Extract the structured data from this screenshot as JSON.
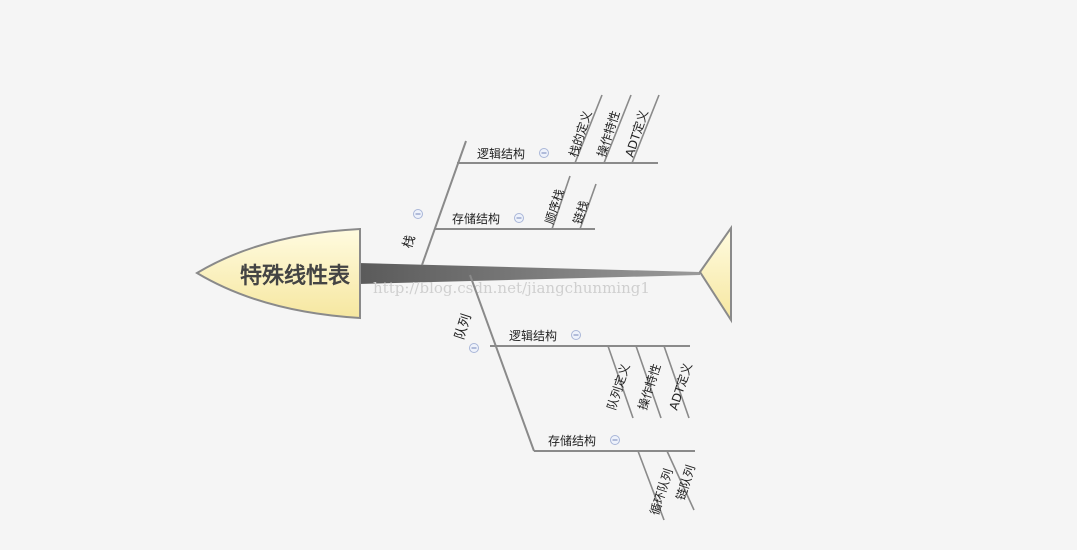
{
  "title": "特殊线性表",
  "watermark": "http://blog.csdn.net/jiangchunming1",
  "colors": {
    "fill_yellow": "#fdf4c0",
    "line_gray": "#8a8a8a"
  },
  "branches": {
    "stack": {
      "label": "栈",
      "logic": {
        "label": "逻辑结构",
        "items": [
          "栈的定义",
          "操作特性",
          "ADT定义"
        ]
      },
      "storage": {
        "label": "存储结构",
        "items": [
          "顺序栈",
          "链栈"
        ]
      }
    },
    "queue": {
      "label": "队列",
      "logic": {
        "label": "逻辑结构",
        "items": [
          "队列定义",
          "操作特性",
          "ADT定义"
        ]
      },
      "storage": {
        "label": "存储结构",
        "items": [
          "循环队列",
          "链队列"
        ]
      }
    }
  },
  "collapse_icon": "minus-circle-icon"
}
